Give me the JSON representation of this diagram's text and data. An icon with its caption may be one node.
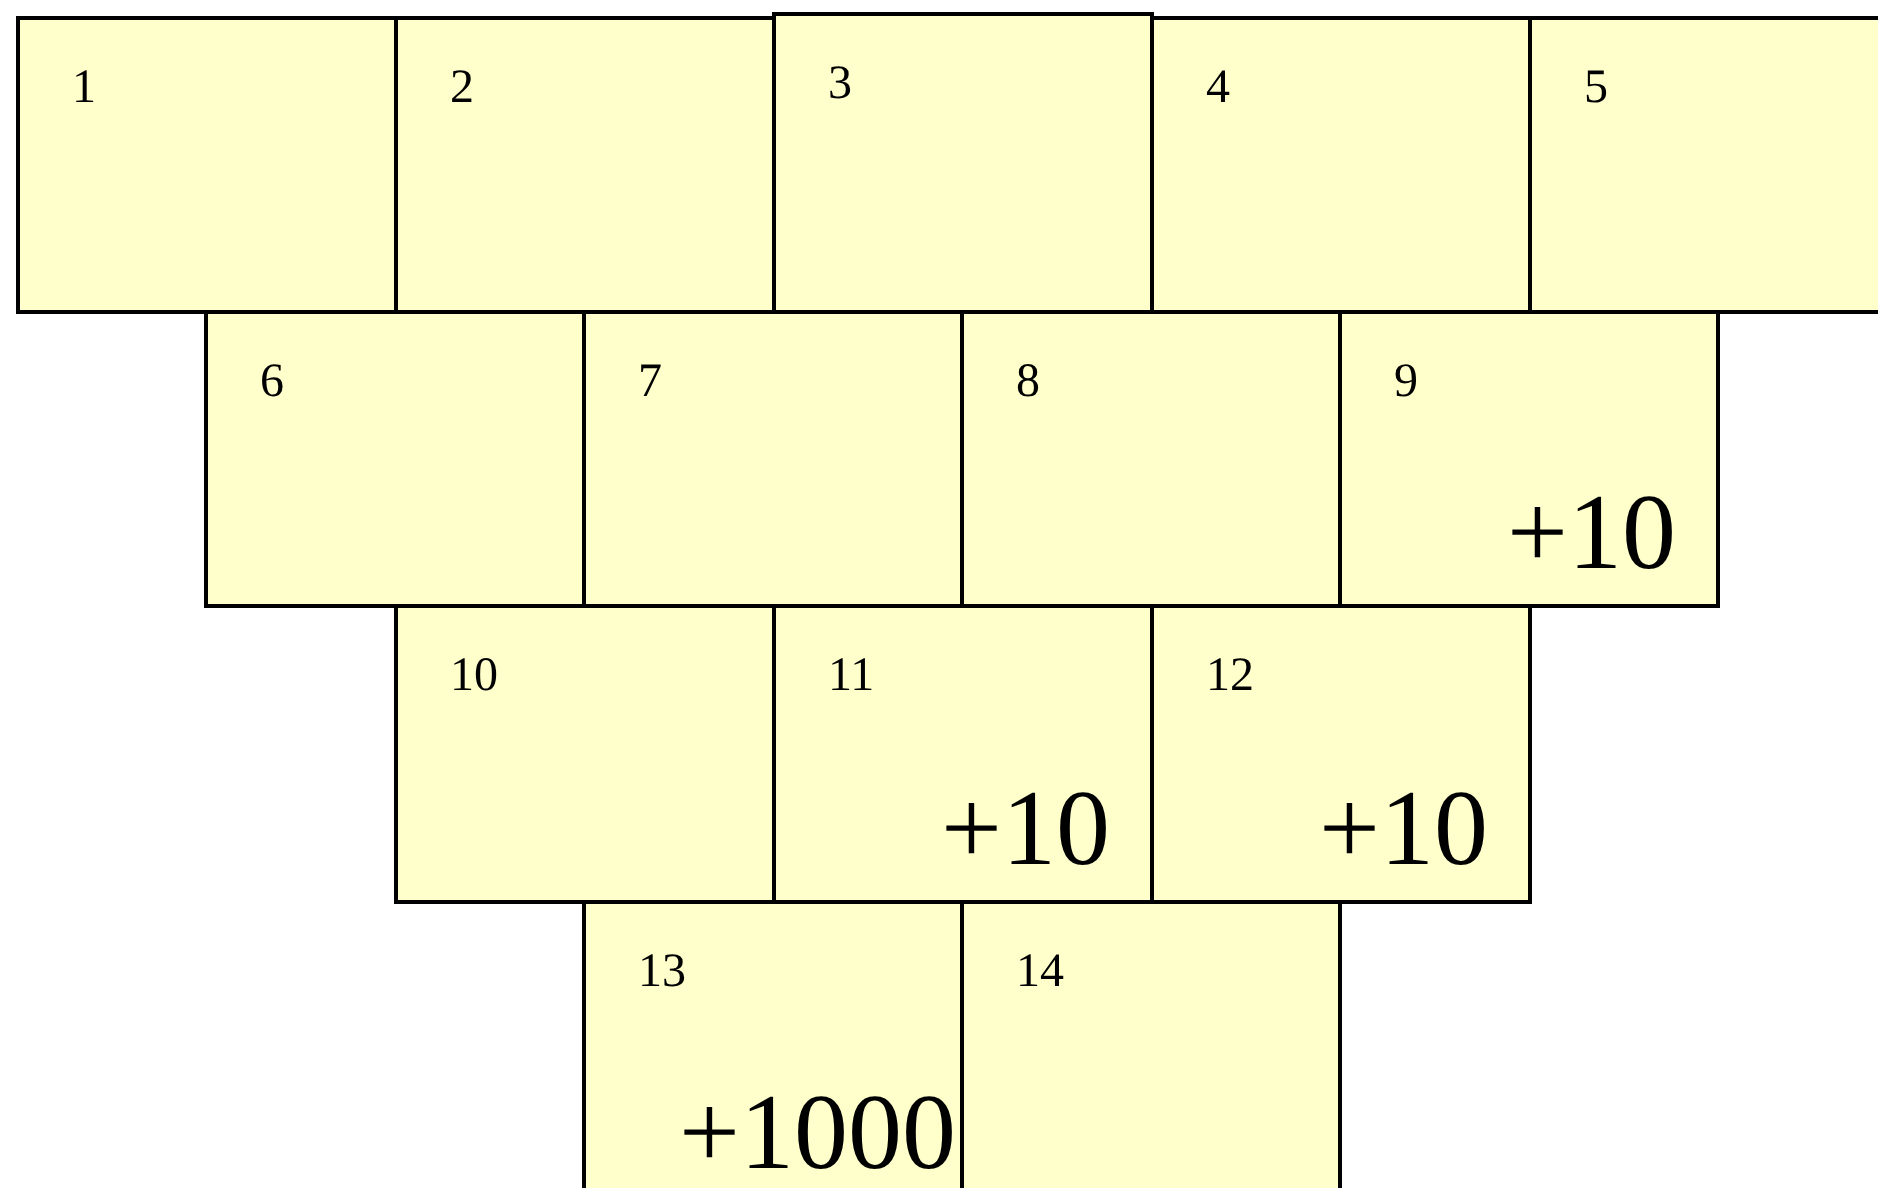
{
  "diagram": {
    "nodes": [
      {
        "text": [
          "1"
        ]
      },
      {
        "text": [
          "2"
        ]
      },
      {
        "text": [
          "3"
        ]
      },
      {
        "text": [
          "4"
        ]
      },
      {
        "text": [
          "5"
        ]
      },
      {
        "text": [
          "6"
        ]
      },
      {
        "text": [
          "7"
        ]
      },
      {
        "text": [
          "8"
        ]
      },
      {
        "text": [
          "9",
          "+10"
        ]
      },
      {
        "text": [
          "10"
        ]
      },
      {
        "text": [
          "11",
          "+10"
        ]
      },
      {
        "text": [
          "12",
          "+10"
        ]
      },
      {
        "text": [
          "13",
          "+1000"
        ]
      },
      {
        "text": [
          "14"
        ]
      }
    ]
  }
}
